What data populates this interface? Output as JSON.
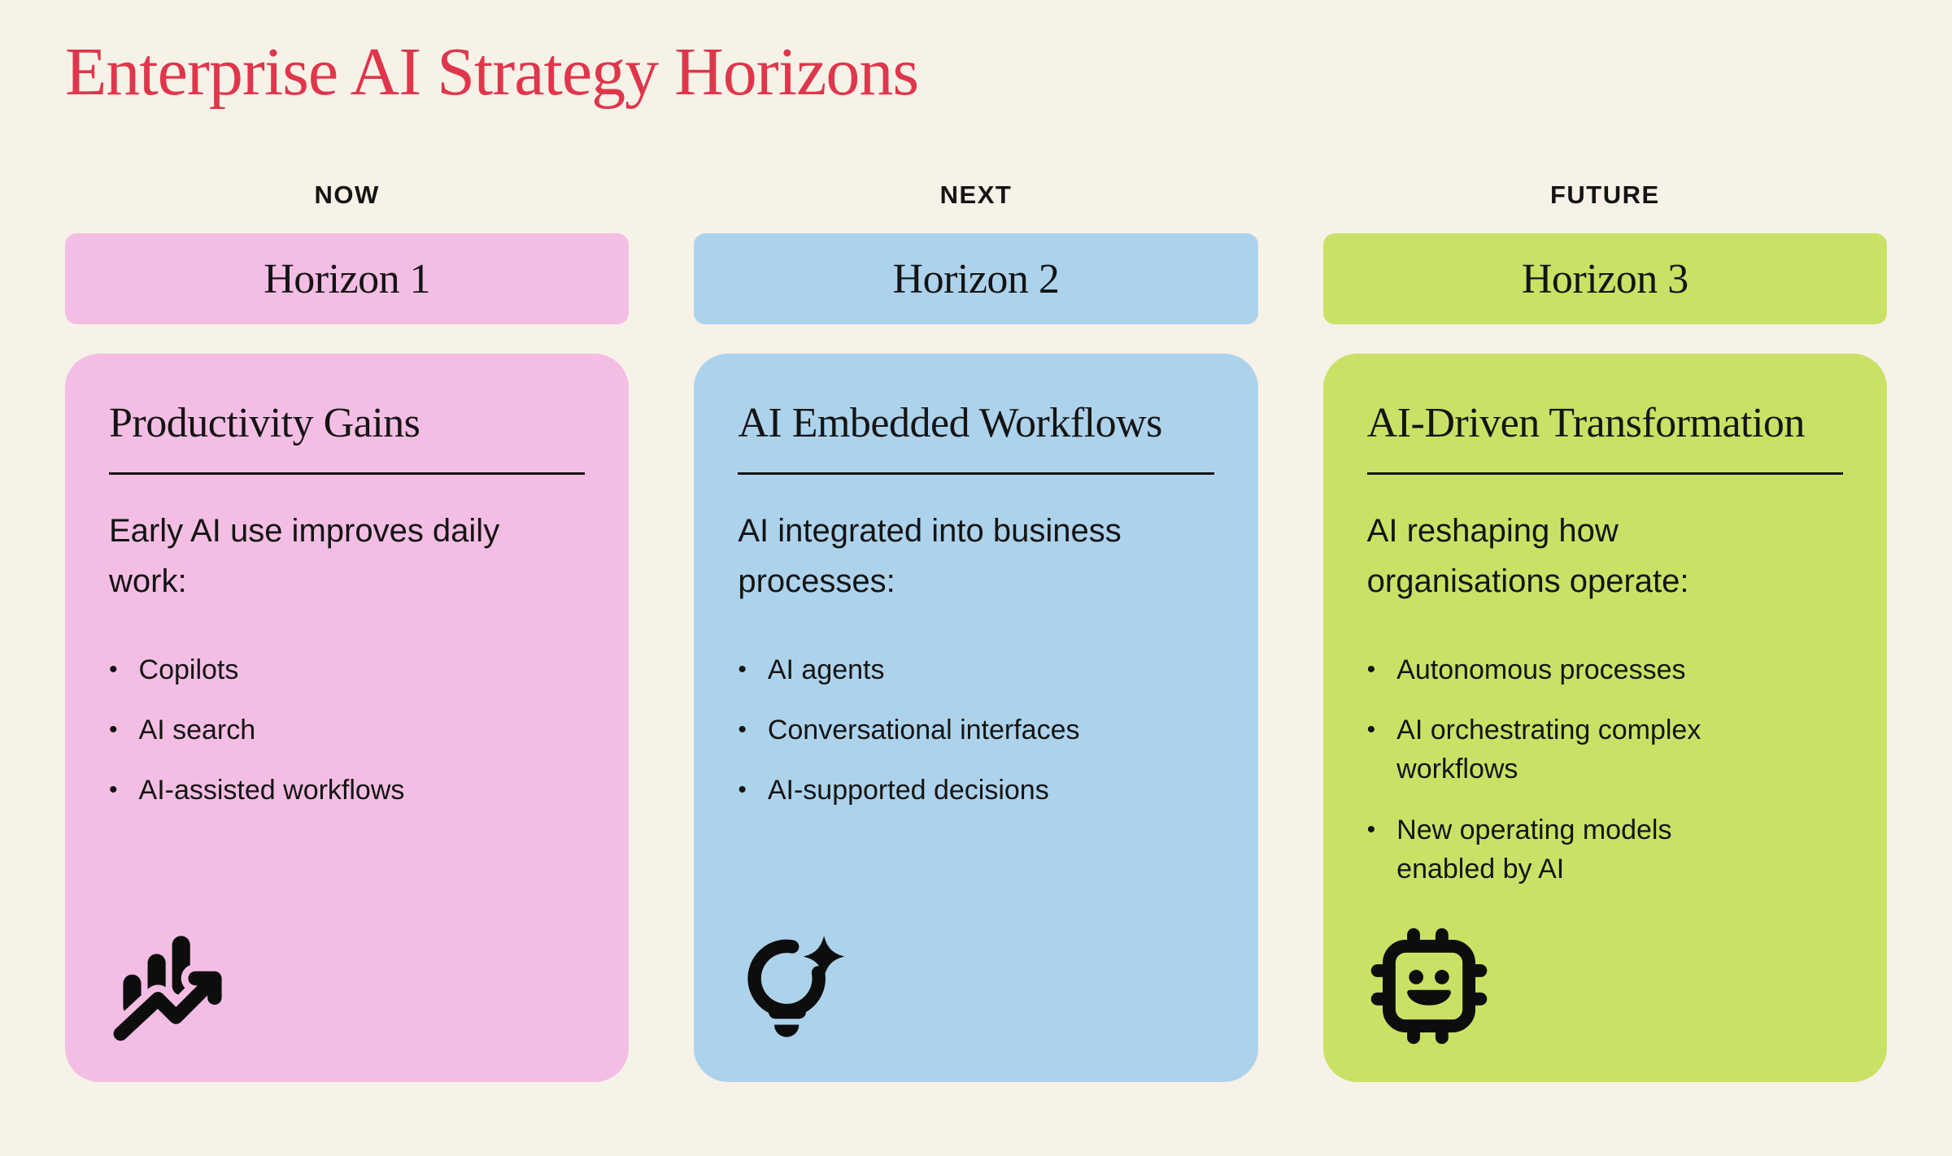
{
  "page": {
    "title": "Enterprise AI Strategy Horizons",
    "title_color": "#E0364B",
    "background": "#F7F2E8",
    "text_color": "#141414"
  },
  "columns": [
    {
      "stage_label": "NOW",
      "horizon_label": "Horizon 1",
      "accent_color": "#F4BEE4",
      "card_title": "Productivity Gains",
      "intro": "Early AI use improves daily work:",
      "bullets": [
        "Copilots",
        "AI search",
        "AI-assisted workflows"
      ],
      "bullet_marker": "•",
      "icon": "chart-growth-icon"
    },
    {
      "stage_label": "NEXT",
      "horizon_label": "Horizon 2",
      "accent_color": "#ADD3EC",
      "card_title": "AI Embedded Workflows",
      "intro": "AI integrated into business processes:",
      "bullets": [
        "AI agents",
        "Conversational interfaces",
        "AI-supported decisions"
      ],
      "bullet_marker": "•",
      "icon": "lightbulb-sparkle-icon"
    },
    {
      "stage_label": "FUTURE",
      "horizon_label": "Horizon 3",
      "accent_color": "#C9E266",
      "card_title": "AI-Driven Transformation",
      "intro": "AI reshaping how organisations operate:",
      "bullets": [
        "Autonomous processes",
        "AI orchestrating complex workflows",
        "New operating models enabled by AI"
      ],
      "bullet_marker": "•",
      "icon": "chip-smiley-icon"
    }
  ]
}
